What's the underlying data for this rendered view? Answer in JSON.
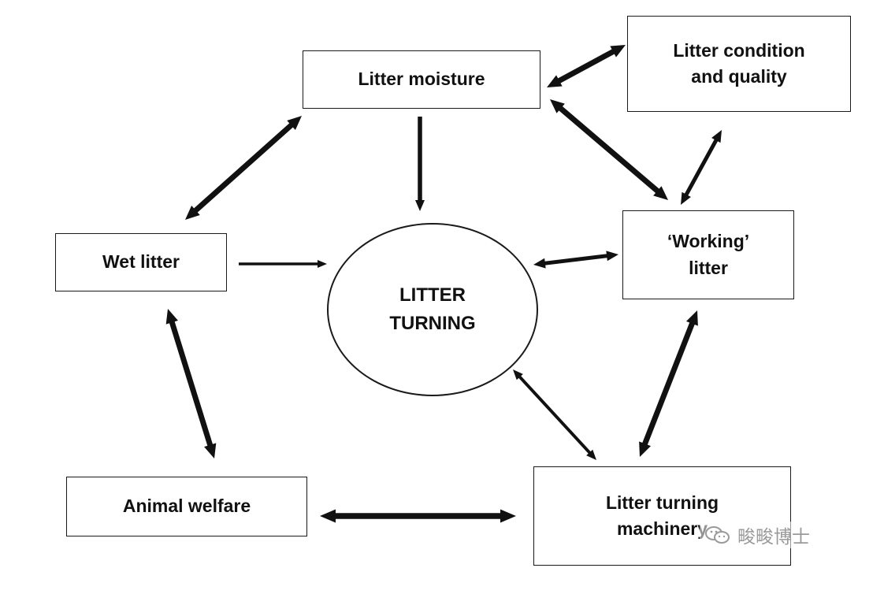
{
  "diagram": {
    "nodes": {
      "litter_moisture": "Litter moisture",
      "litter_condition": "Litter condition\nand quality",
      "wet_litter": "Wet litter",
      "litter_turning": "LITTER\nTURNING",
      "working_litter": "‘Working’\nlitter",
      "animal_welfare": "Animal welfare",
      "litter_turning_machinery": "Litter turning\nmachinery"
    },
    "edges": [
      {
        "from": "litter_moisture",
        "to": "litter_turning",
        "direction": "one-way"
      },
      {
        "from": "wet_litter",
        "to": "litter_turning",
        "direction": "one-way"
      },
      {
        "from": "litter_moisture",
        "to": "litter_condition",
        "direction": "two-way"
      },
      {
        "from": "litter_moisture",
        "to": "wet_litter",
        "direction": "two-way"
      },
      {
        "from": "litter_moisture",
        "to": "working_litter",
        "direction": "two-way"
      },
      {
        "from": "working_litter",
        "to": "litter_condition",
        "direction": "two-way"
      },
      {
        "from": "working_litter",
        "to": "litter_turning",
        "direction": "two-way"
      },
      {
        "from": "wet_litter",
        "to": "animal_welfare",
        "direction": "two-way"
      },
      {
        "from": "animal_welfare",
        "to": "litter_turning_machinery",
        "direction": "two-way"
      },
      {
        "from": "litter_turning_machinery",
        "to": "litter_turning",
        "direction": "two-way"
      },
      {
        "from": "litter_turning_machinery",
        "to": "working_litter",
        "direction": "two-way"
      }
    ],
    "colors": {
      "line": "#111111",
      "border": "#1a1a1a",
      "background": "#ffffff"
    }
  },
  "watermark": {
    "icon": "wechat-icon",
    "text": "畯畯博士"
  }
}
